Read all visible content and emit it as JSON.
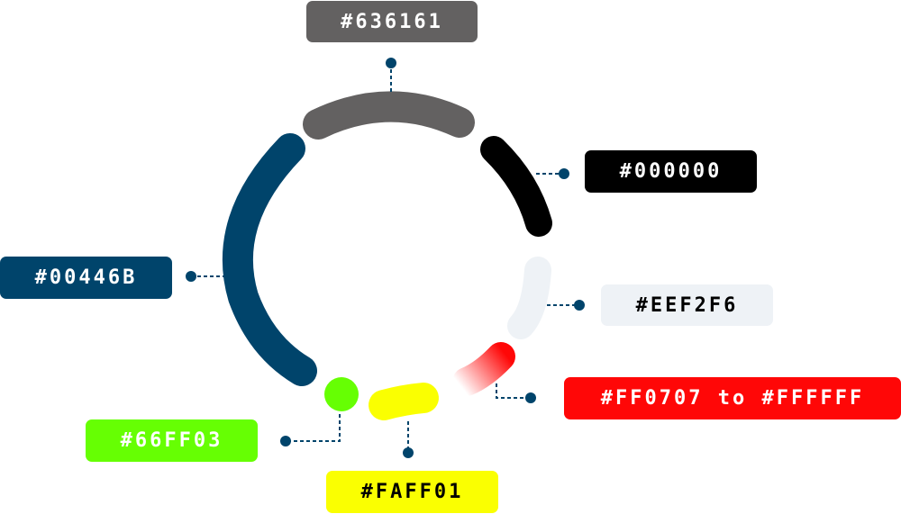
{
  "swatches": [
    {
      "id": "gray",
      "label": "#636161",
      "fill": "#636161",
      "text_color": "#ffffff"
    },
    {
      "id": "black",
      "label": "#000000",
      "fill": "#000000",
      "text_color": "#ffffff"
    },
    {
      "id": "light",
      "label": "#EEF2F6",
      "fill": "#EEF2F6",
      "text_color": "#000000"
    },
    {
      "id": "red",
      "label": "#FF0707 to #FFFFFF",
      "fill": "#FF0707",
      "fill_end": "#FFFFFF",
      "text_color": "#ffffff"
    },
    {
      "id": "yellow",
      "label": "#FAFF01",
      "fill": "#FAFF01",
      "text_color": "#000000"
    },
    {
      "id": "green",
      "label": "#66FF03",
      "fill": "#66FF03",
      "text_color": "#ffffff"
    },
    {
      "id": "navy",
      "label": "#00446B",
      "fill": "#00446B",
      "text_color": "#ffffff"
    }
  ],
  "connector_color": "#00446B"
}
